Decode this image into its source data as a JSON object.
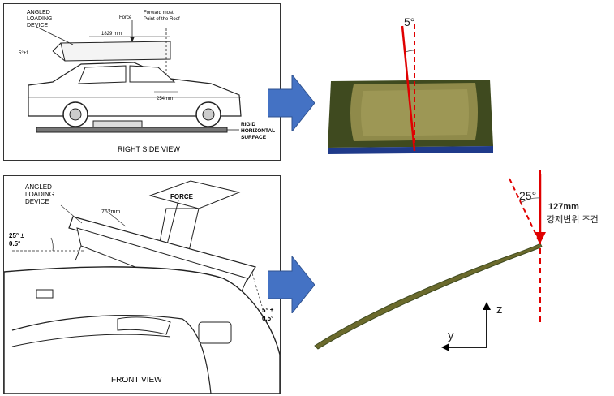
{
  "top_view": {
    "angled_label_1": "ANGLED",
    "angled_label_2": "LOADING",
    "angled_label_3": "DEVICE",
    "force_label": "Force",
    "forward_label_1": "Forward most",
    "forward_label_2": "Point of the Roof",
    "dim_1829": "1829 mm",
    "angle_5": "5°±1",
    "dim_254": "254mm",
    "rigid_1": "RIGID",
    "rigid_2": "HORIZONTAL",
    "rigid_3": "SURFACE",
    "caption": "RIGHT SIDE VIEW"
  },
  "bottom_view": {
    "angled_label_1": "ANGLED",
    "angled_label_2": "LOADING",
    "angled_label_3": "DEVICE",
    "force_label": "FORCE",
    "dim_762": "762mm",
    "angle_25_a": "25° ±",
    "angle_25_b": "0.5°",
    "angle_5_a": "5° ±",
    "angle_5_b": "0.5°",
    "caption": "FRONT VIEW"
  },
  "sim_top": {
    "angle_label": "5°"
  },
  "sim_bottom": {
    "angle_label": "25°",
    "disp_label": "127mm",
    "cond_label": "강제변위 조건",
    "axis_z": "z",
    "axis_y": "y"
  },
  "colors": {
    "arrow_fill": "#4472c4",
    "force_red": "#e00000",
    "roof_olive": "#6b6a2c",
    "roof_dark": "#3f4a1f",
    "roof_base": "#1f3a8a"
  }
}
